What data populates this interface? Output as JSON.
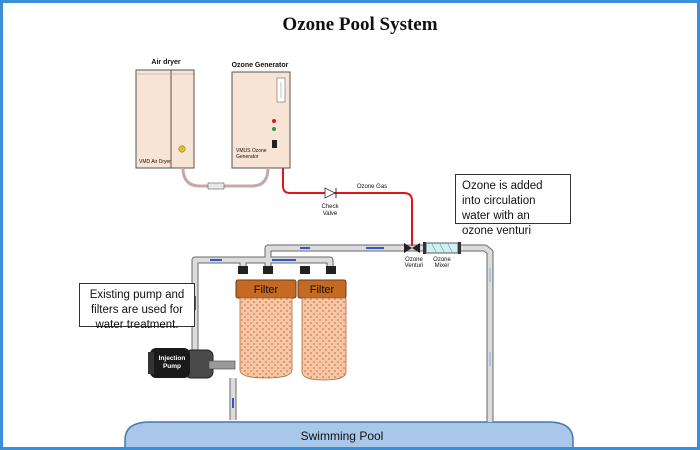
{
  "title": "Ozone Pool System",
  "air_dryer": {
    "label": "Air dryer",
    "panel_text": "VMD Air Dryer"
  },
  "ozone_generator": {
    "label": "Ozone Generator",
    "panel_text_line1": "VMUS Ozone",
    "panel_text_line2": "Generator"
  },
  "check_valve": {
    "line1": "Check",
    "line2": "Valve"
  },
  "ozone_gas": "Ozone Gas",
  "venturi": {
    "line1": "Ozone",
    "line2": "Venturi"
  },
  "mixer": {
    "line1": "Ozone",
    "line2": "Mixer"
  },
  "note_ozone": "Ozone is added into circulation water with an ozone venturi",
  "note_pump": "Existing pump and filters are used for water treatment.",
  "filter_1": "Filter",
  "filter_2": "Filter",
  "pump": {
    "line1": "Injection",
    "line2": "Pump"
  },
  "pool": "Swimming Pool",
  "colors": {
    "frame": "#3a8fd6",
    "ozone_line": "#e0151b",
    "pipe": "#d8d8d8",
    "water_flow": "#2f57c9",
    "filter_cartridge": "#f6c7a6",
    "filter_cap": "#c46a22",
    "pool": "#a9c7e8",
    "equipment": "#f7e4d4"
  }
}
